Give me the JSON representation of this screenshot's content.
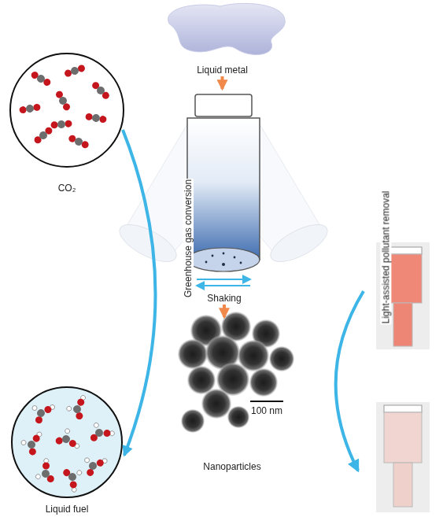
{
  "diagram": {
    "nodes": [
      {
        "text": [
          "Liquid metal"
        ]
      },
      {
        "text": [
          "Shaking"
        ]
      },
      {
        "text": [
          "CO₂"
        ]
      },
      {
        "text": [
          "Nanoparticles"
        ]
      },
      {
        "text": [
          "Liquid fuel"
        ]
      }
    ],
    "edges": [
      {
        "from": 0,
        "to": 1,
        "arrow": "to"
      },
      {
        "from": 1,
        "to": 3,
        "arrow": "to"
      },
      {
        "from": 2,
        "to": 4,
        "label": "Greenhouse gas conversion",
        "arrow": "to"
      }
    ],
    "labels": [
      "100 nm",
      "Light-assisted pollutant removal"
    ]
  }
}
